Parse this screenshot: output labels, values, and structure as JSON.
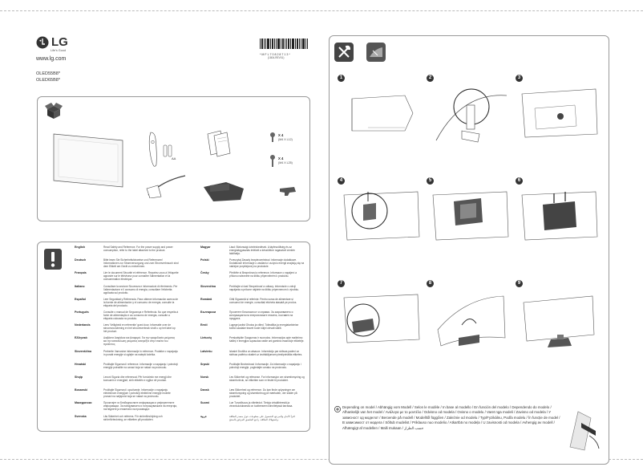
{
  "brand": {
    "logo_text": "LG",
    "tagline": "Life's Good",
    "website": "www.lg.com"
  },
  "models": [
    "OLED55B8*",
    "OLED65B8*"
  ],
  "barcode": {
    "number": "* M F L 7 0 8 2 8 7 1 3 *",
    "code": "(1804-REV01)"
  },
  "parts": {
    "battery_label": "AA",
    "screws": [
      {
        "count": "X 4",
        "spec": "(M4 X L12)"
      },
      {
        "count": "X 4",
        "spec": "(M4 X L25)"
      }
    ]
  },
  "languages": [
    {
      "name": "English",
      "text": "Read Safety and Reference. For the power supply and power consumption, refer to the label attached to the product."
    },
    {
      "name": "Deutsch",
      "text": "Bitte lesen Sie Sicherheitshinweise und Referenzen! Informationen zur Stromversorgung und zum Stromverbrauch sind dem Etikett am Gerät zu entnehmen."
    },
    {
      "name": "Français",
      "text": "Lire le document Sécurité et référence. Reportez-vous à l'étiquette apposée sur le téléviseur pour connaître l'alimentation et la consommation électrique."
    },
    {
      "name": "Italiano",
      "text": "Consultare la sezione Sicurezza e informazioni di riferimento. Per l'alimentazione e il consumo di energia, consultare l'etichetta applicata sul prodotto."
    },
    {
      "name": "Español",
      "text": "Leer Seguridad y Referencia. Para obtener información acerca de la fuente de alimentación y el consumo de energía, consulte la etiqueta del producto."
    },
    {
      "name": "Português",
      "text": "Consulte o manual de Segurança e Referência. No que respeita à fonte de alimentação e ao consumo de energia, consulte a etiqueta colocada no produto."
    },
    {
      "name": "Nederlands",
      "text": "Lees 'Veiligheid en referentie' goed door. Informatie over de stroomvoorziening en het stroomverbruik vindt u op het label op het product."
    },
    {
      "name": "Ελληνικά",
      "text": "Διαβάστε Ασφάλεια και Αναφορά. Για την τροφοδοσία ρεύματος και την κατανάλωση ρεύματος ανατρέξτε στην ετικέτα του προϊόντος."
    },
    {
      "name": "Slovenščina",
      "text": "Preberite Varnostne informacije in reference. Podatke o napajanju in porabi energije si oglejte na nalepki izdelka."
    },
    {
      "name": "Hrvatski",
      "text": "Pročitajte Sigurnost i reference. Informacije o napajanju i potrošnji energije potražite na oznaci koja se nalazi na proizvodu."
    },
    {
      "name": "Shqip",
      "text": "Lexoni Siguria dhe referencat. Për furnizimin me energji dhe konsumin e energjisë, shih etiketën e ngjitur në produkt."
    },
    {
      "name": "Bosanski",
      "text": "Pročitajte Sigurnost i upućivanje. Informacije o napajanju električnom energijom i potrošnji električne energije možete pronaći na naljepnici koja se nalazi na proizvodu."
    },
    {
      "name": "Македонски",
      "text": "Прочитајте ги Безбедносните информации и референтните информации. За напојувањето и потрошувачката на енергија, погледнете ја етикетата на производот."
    },
    {
      "name": "Svenska",
      "text": "Läs Säkerhet och referens. För strömförsörjning och strömförbrukning, se etiketten på produkten."
    },
    {
      "name": "Magyar",
      "text": "Lásd: Biztonsági óvintézkedések. A tápfeszültség és az energiafogyasztás értékeit a készülékre ragasztott címkén találhatja."
    },
    {
      "name": "Polski",
      "text": "Przeczytaj Zasady bezpieczeństwa i informacje dodatkowe. Dodatkowe informacje o zasilaniu i zużyciu energii znajdują się na naklejce przyklejonej na produkcie."
    },
    {
      "name": "Česky",
      "text": "Přečtěte si Bezpečnost a reference. Informace o napájení a příkonu naleznete na štítku připevněném k produktu."
    },
    {
      "name": "Slovenčina",
      "text": "Prečítajte si časť Bezpečnosť a odkazy. Informácie o zdroji napájania a príkone nájdete na štítku pripevnenom k výrobku."
    },
    {
      "name": "Română",
      "text": "Citiți Siguranță și referințe. Pentru sursa de alimentare și consumul de energie, consultați eticheta atașată pe produs."
    },
    {
      "name": "Български",
      "text": "Прочетете Безопасност и справки. За захранването и консумацията на енергия вижте етикета, поставен на продукта."
    },
    {
      "name": "Eesti",
      "text": "Lugege jaotist Ohutus ja viited. Toiteallika ja energiatarbimise kohta vaadake teavet toote küljel olevalt sildilt."
    },
    {
      "name": "Lietuvių",
      "text": "Perskaitykite Saugumas ir nuorodos. Informacijos apie maitinimo šaltinį ir energijos sąnaudas rasite ant gaminio esančioje etiketėje."
    },
    {
      "name": "Latviešu",
      "text": "Izlasiet Drošība un atsauce. Informāciju par strāvas padevi un strāvas patēriņu skatiet uz izstrādājumam piestiprinātās etiķetes."
    },
    {
      "name": "Srpski",
      "text": "Pročitajte Bezbednost i informacije. Za informacije o napajanju i potrošnji energije, pogledajte oznaku na proizvodu."
    },
    {
      "name": "Norsk",
      "text": "Les Sikkerhet og referanse. For informasjon om strømforsyning og strømforbruk, se etiketten som er festet til produktet."
    },
    {
      "name": "Dansk",
      "text": "Læs Sikkerhed og reference. Du kan finde oplysninger om strømforsyning og strømforbrug på mærkaten, der sidder på produktet."
    },
    {
      "name": "Suomi",
      "text": "Lue Turvallisuus ja viitetiedot. Tietoja virtalähteestä ja virrankulutuksesta on tuotteeseen kiinnitetyssä tarrassa."
    },
    {
      "name": "عربية",
      "text": "اقرأ الأمان والمرجع. للحصول على معلومات حول مصدر الطاقة واستهلاك الطاقة، راجع الملصق المرفق بالمنتج."
    }
  ],
  "steps": [
    "1",
    "2",
    "3",
    "4",
    "5",
    "6",
    "7",
    "8",
    "9"
  ],
  "footnote": "Depending on model / Abhängig vom Modell / Selon le modèle / In base al modello / En función del modelo / Dependendo do modelo / Afhankelijk van het model / Ανάλογα με το μοντέλο / Odvisno od modela / Ovisno o modelu / Varet nga modeli / Zavisno od modela / У зависност од моделот / Beroende på modell / Modelltől függően / Zależnie od modelu / Typ/Fyzikálnu, Podľa modelu / În funcție de model / В зависимост от модела / Sõltub mudelist / Priklauso nuo modelio / Atkarībā no modeļa / U zavisnosti od modela / Avhengig av modell / Afhængigt af modellen / Malli mukaan / حسب الطراز"
}
